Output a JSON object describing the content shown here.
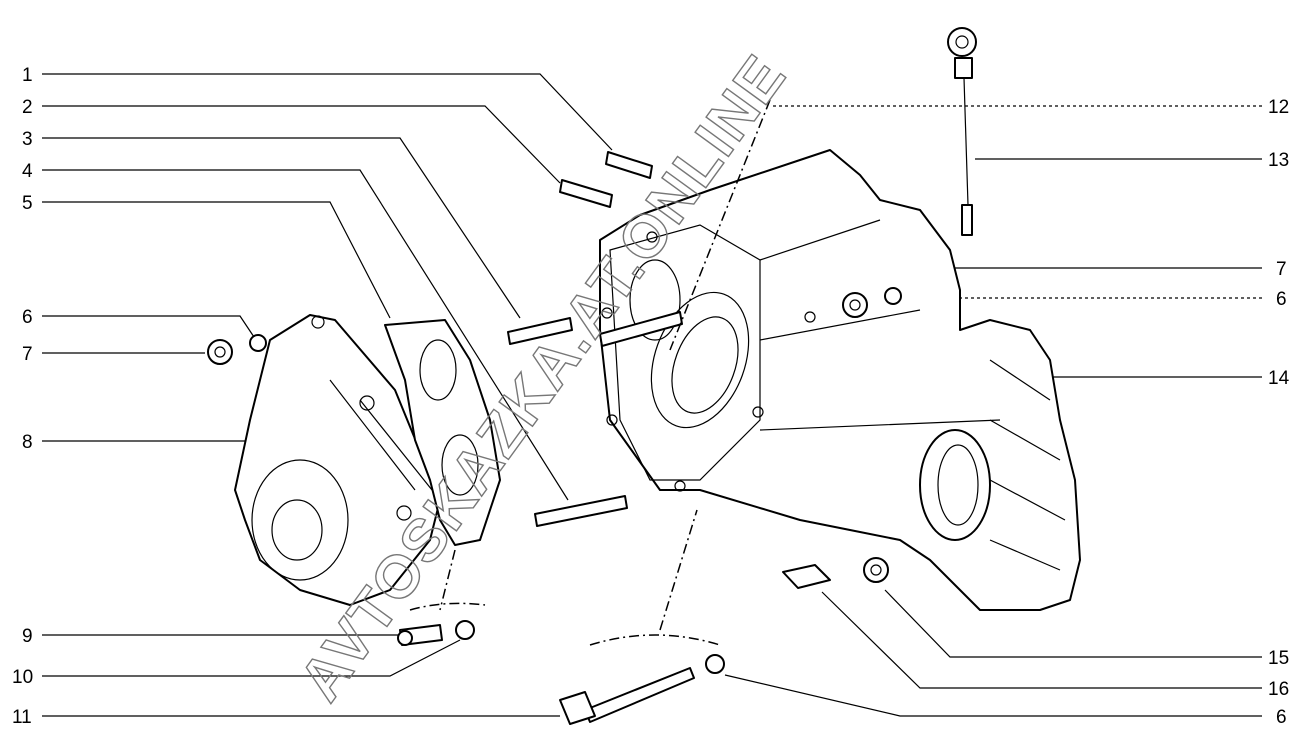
{
  "diagram": {
    "type": "exploded parts diagram",
    "left_callouts": [
      "1",
      "2",
      "3",
      "4",
      "5",
      "6",
      "7",
      "8",
      "9",
      "10",
      "11"
    ],
    "right_callouts": [
      "12",
      "13",
      "7",
      "6",
      "14",
      "15",
      "16",
      "6"
    ]
  },
  "watermark": "AVTOSKAZKA.AT.ONLINE"
}
